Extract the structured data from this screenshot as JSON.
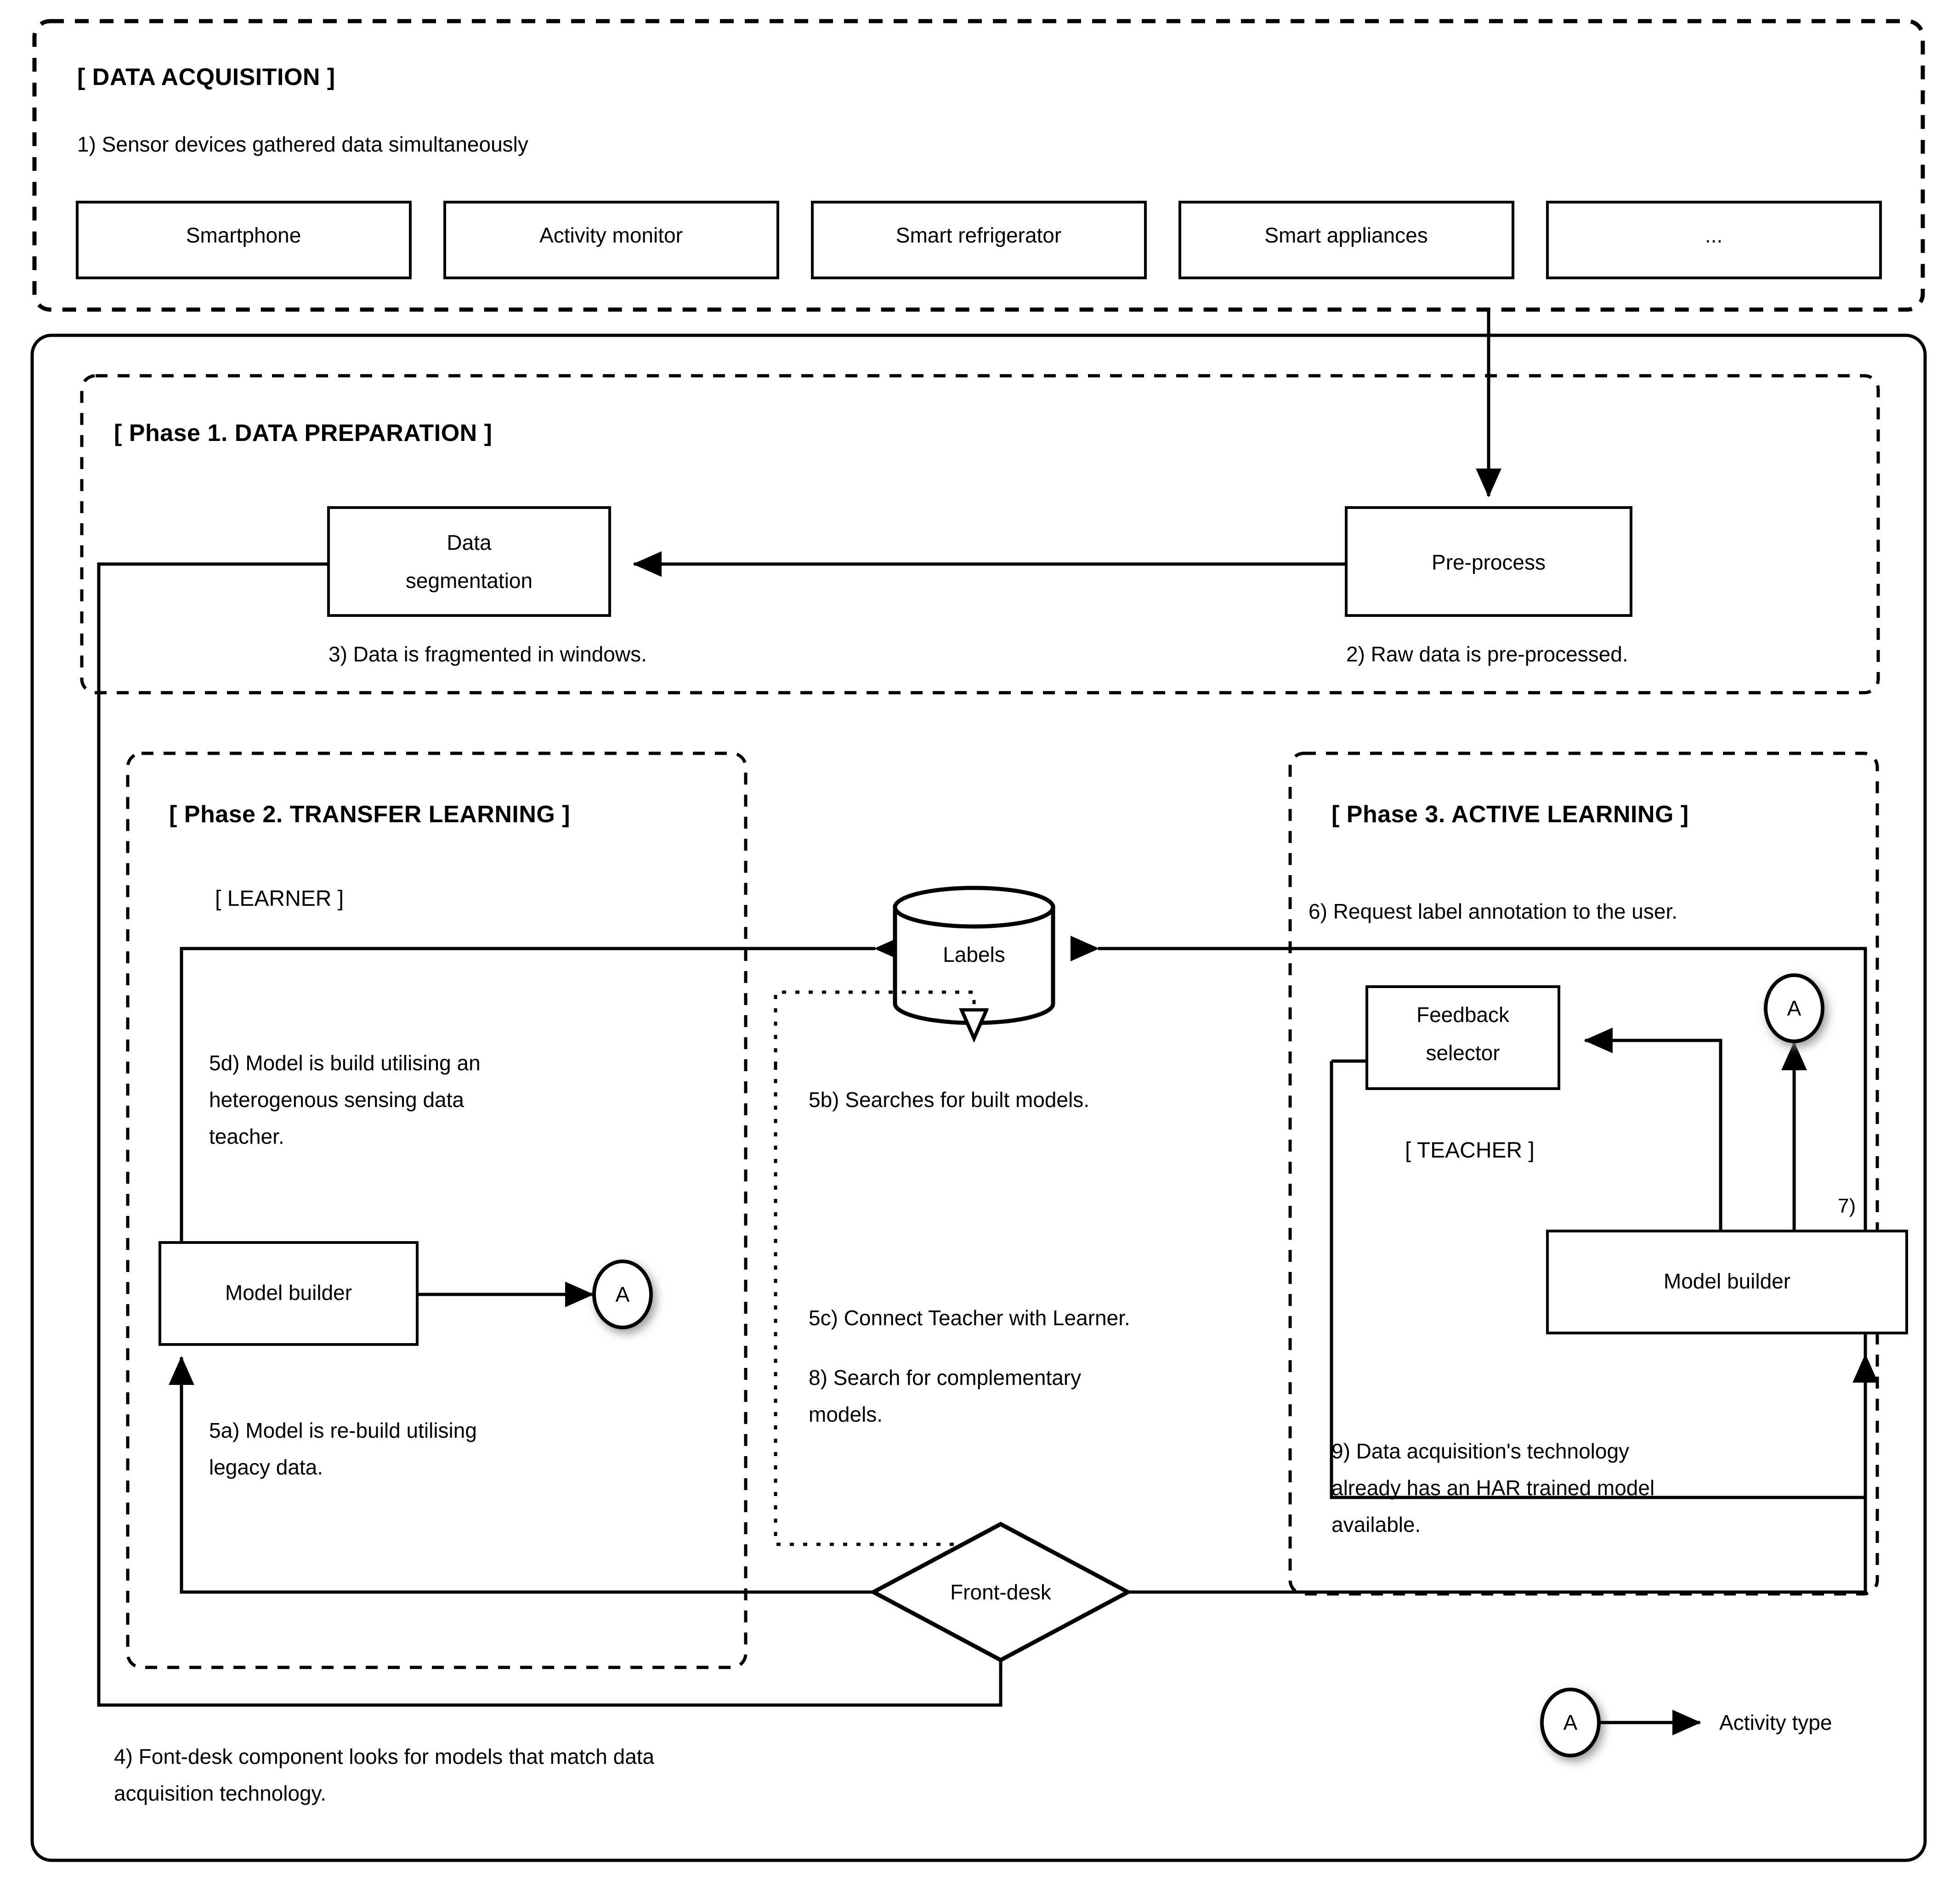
{
  "diagram": {
    "title_visible": false,
    "sections": {
      "data_acquisition": {
        "header": "[ DATA ACQUISITION ]",
        "note": "1) Sensor devices gathered data simultaneously",
        "devices": [
          "Smartphone",
          "Activity monitor",
          "Smart refrigerator",
          "Smart appliances",
          "..."
        ]
      },
      "phase1": {
        "header": "[ Phase 1. DATA PREPARATION ]",
        "nodes": {
          "pre_process": "Pre-process",
          "data_segmentation": "Data\nsegmentation",
          "data_segmentation_line1": "Data",
          "data_segmentation_line2": "segmentation"
        },
        "notes": {
          "step2": "2) Raw data is pre-processed.",
          "step3": "3) Data is fragmented in windows."
        }
      },
      "phase2": {
        "header": "[ Phase 2. TRANSFER LEARNING ]",
        "role": "[ LEARNER ]",
        "nodes": {
          "model_builder": "Model builder",
          "activity_marker": "A"
        },
        "notes": {
          "step5d_l1": "5d) Model is build utilising an",
          "step5d_l2": "heterogenous sensing data",
          "step5d_l3": "teacher.",
          "step5a_l1": "5a) Model is re-build utilising",
          "step5a_l2": "legacy data."
        }
      },
      "phase3": {
        "header": "[ Phase 3. ACTIVE LEARNING ]",
        "role": "[ TEACHER ]",
        "nodes": {
          "feedback_selector_l1": "Feedback",
          "feedback_selector_l2": "selector",
          "model_builder": "Model builder",
          "activity_marker": "A"
        },
        "notes": {
          "step6": "6) Request label annotation to the user.",
          "step7": "7)",
          "step9_l1": "9) Data acquisition's technology",
          "step9_l2": "already has an HAR trained model",
          "step9_l3": "available."
        }
      },
      "shared": {
        "labels_store": "Labels",
        "front_desk": "Front-desk",
        "notes": {
          "step5b": "5b) Searches for built models.",
          "step5c": "5c) Connect Teacher with Learner.",
          "step8_l1": "8) Search for complementary",
          "step8_l2": "models.",
          "step4_l1": "4) Font-desk component looks for models that match data",
          "step4_l2": "acquisition technology."
        }
      },
      "legend": {
        "marker": "A",
        "label": "Activity type"
      }
    },
    "colors": {
      "stroke": "#000000",
      "fill": "#ffffff",
      "background": "#ffffff"
    }
  }
}
